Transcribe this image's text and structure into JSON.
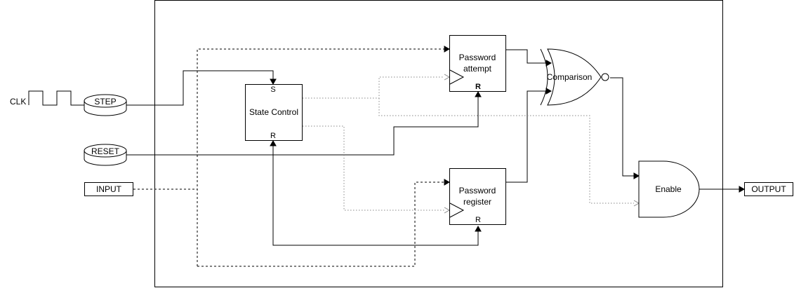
{
  "diagram": {
    "inputs": {
      "clk_label": "CLK",
      "step_label": "STEP",
      "reset_label": "RESET",
      "input_label": "INPUT"
    },
    "blocks": {
      "state_control": {
        "title": "State Control",
        "set_pin": "S",
        "reset_pin": "R"
      },
      "password_attempt": {
        "title_line1": "Password",
        "title_line2": "attempt",
        "reset_pin": "R"
      },
      "password_register": {
        "title_line1": "Password",
        "title_line2": "register",
        "reset_pin": "R"
      }
    },
    "gates": {
      "comparison_label": "Comparison",
      "enable_label": "Enable"
    },
    "outputs": {
      "output_label": "OUTPUT"
    }
  }
}
